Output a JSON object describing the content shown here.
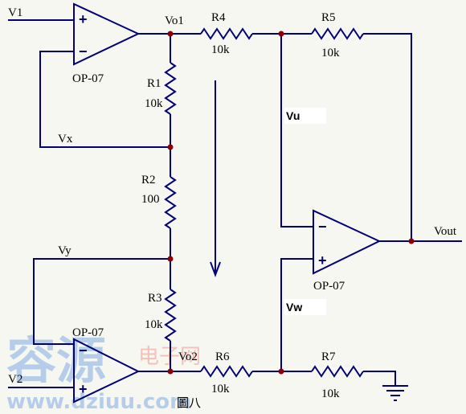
{
  "labels": {
    "v1": "V1",
    "v2": "V2",
    "vo1": "Vo1",
    "vo2": "Vo2",
    "vx": "Vx",
    "vy": "Vy",
    "vu": "Vu",
    "vw": "Vw",
    "vout": "Vout",
    "r1": "R1",
    "r1_val": "10k",
    "r2": "R2",
    "r2_val": "100",
    "r3": "R3",
    "r3_val": "10k",
    "r4": "R4",
    "r4_val": "10k",
    "r5": "R5",
    "r5_val": "10k",
    "r6": "R6",
    "r6_val": "10k",
    "r7": "R7",
    "r7_val": "10k",
    "op_top": "OP-07",
    "op_right": "OP-07",
    "op_bottom": "OP-07",
    "plus": "+",
    "minus": "−",
    "figure_caption": "圖八"
  },
  "watermark": {
    "cn_left": "容源",
    "cn_right": "电子网",
    "url": "www.dziuu.com"
  },
  "colors": {
    "wire": "#000078",
    "junction": "#8b0000",
    "background": "#f7f7f2",
    "watermark_blue": "#9fc0e6",
    "watermark_red": "#f0b0a8"
  }
}
